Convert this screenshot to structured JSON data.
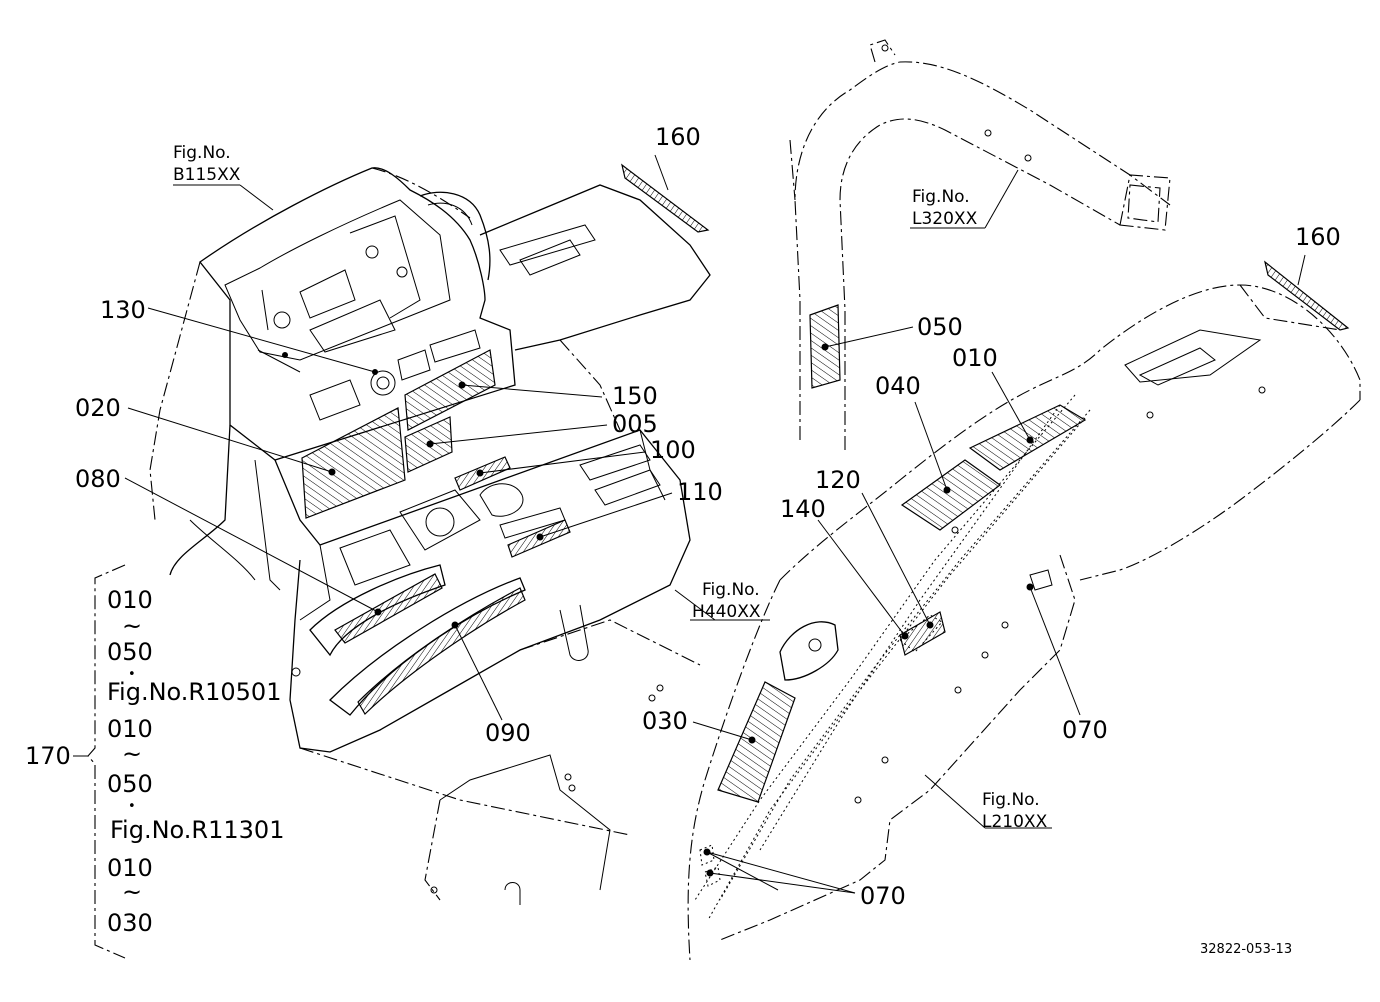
{
  "labels": {
    "l160a": "160",
    "l160b": "160",
    "l130": "130",
    "l020": "020",
    "l150": "150",
    "l005": "005",
    "l100": "100",
    "l080": "080",
    "l110": "110",
    "l050": "050",
    "l040": "040",
    "l010": "010",
    "l120": "120",
    "l140": "140",
    "l070a": "070",
    "l030": "030",
    "l090": "090",
    "l070b": "070",
    "l170": "170"
  },
  "figrefs": {
    "b115_top": "Fig.No.",
    "b115_bot": "B115XX",
    "l320_top": "Fig.No.",
    "l320_bot": "L320XX",
    "h440_top": "Fig.No.",
    "h440_bot": "H440XX",
    "l210_top": "Fig.No.",
    "l210_bot": "L210XX"
  },
  "bracket_list": [
    "010",
    "~",
    "050",
    "•",
    "Fig.No.R10501",
    "010",
    "~",
    "050",
    "•",
    "Fig.No.R11301",
    "010",
    "~",
    "030"
  ],
  "drawing_number": "32822-053-13"
}
